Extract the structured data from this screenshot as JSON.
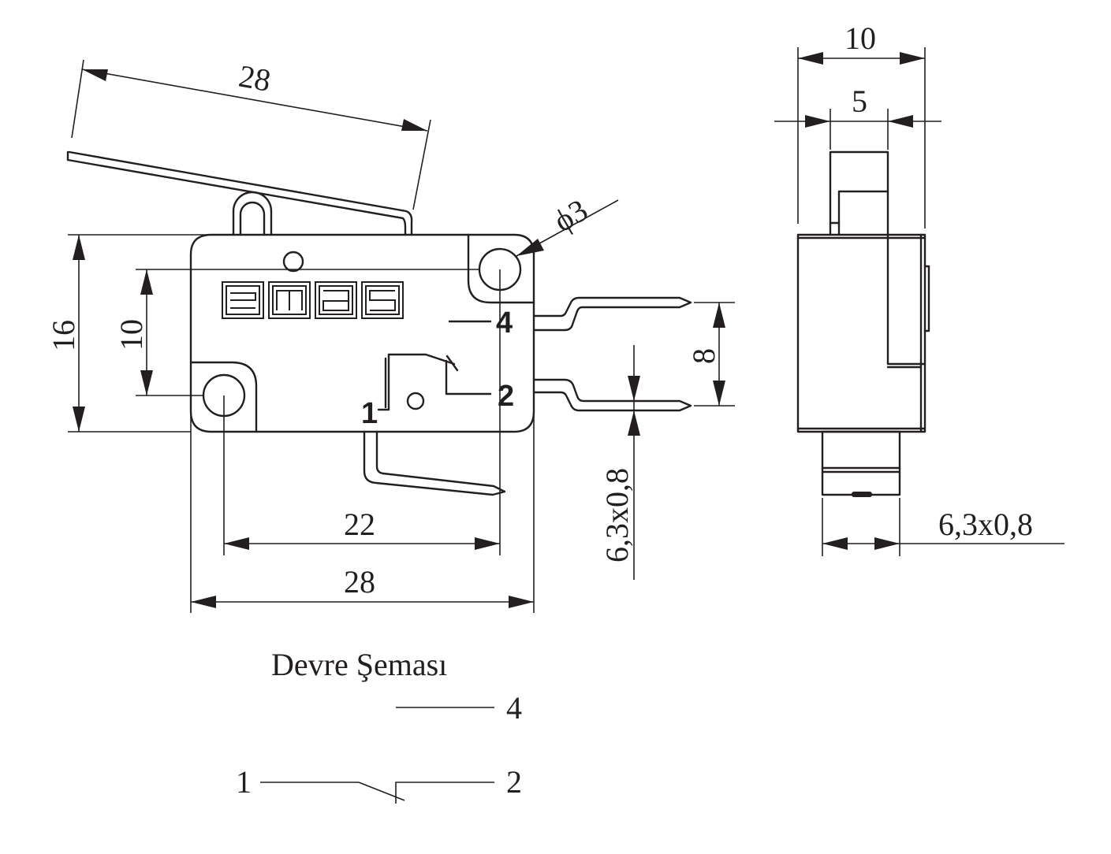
{
  "front_view": {
    "lever_length": "28",
    "height": "16",
    "hole_spacing_vertical": "10",
    "hole_diameter": "ϕ3",
    "hole_spacing_horizontal": "22",
    "body_length": "28",
    "terminal_spacing": "8",
    "terminal_size": "6,3x0,8",
    "brand_logo": "emas",
    "terminal_labels": {
      "nc": "4",
      "no": "2",
      "com": "1"
    }
  },
  "side_view": {
    "width": "10",
    "actuator_width": "5",
    "terminal_size": "6,3x0,8"
  },
  "circuit": {
    "title": "Devre Şeması",
    "terminal_4": "4",
    "terminal_1": "1",
    "terminal_2": "2"
  }
}
